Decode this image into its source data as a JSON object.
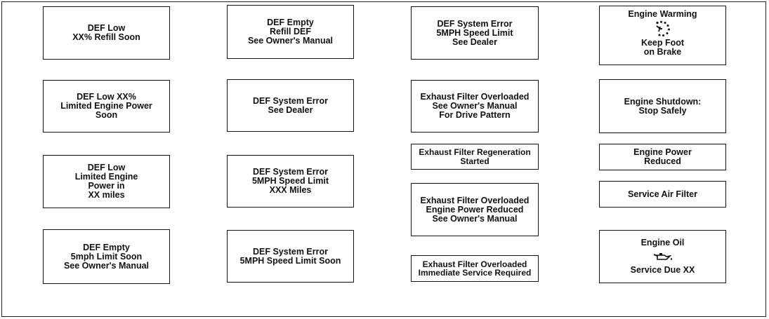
{
  "messages": {
    "def_low_refill": [
      "DEF Low",
      "XX% Refill Soon"
    ],
    "def_low_limited_power_soon": [
      "DEF Low XX%",
      "Limited Engine Power",
      "Soon"
    ],
    "def_low_limited_power_miles": [
      "DEF Low",
      "Limited Engine",
      "Power in",
      "XX miles"
    ],
    "def_empty_5mph_soon": [
      "DEF Empty",
      "5mph Limit Soon",
      "See Owner's Manual"
    ],
    "def_empty_refill": [
      "DEF Empty",
      "Refill DEF",
      "See Owner's Manual"
    ],
    "def_system_error_dealer": [
      "DEF System Error",
      "See Dealer"
    ],
    "def_system_error_miles": [
      "DEF System Error",
      "5MPH Speed Limit",
      "XXX Miles"
    ],
    "def_system_error_speed_soon": [
      "DEF System Error",
      "5MPH Speed Limit Soon"
    ],
    "def_system_error_speed_dealer": [
      "DEF System Error",
      "5MPH Speed Limit",
      "See Dealer"
    ],
    "exhaust_overloaded_drive_pattern": [
      "Exhaust Filter Overloaded",
      "See Owner's Manual",
      "For Drive Pattern"
    ],
    "exhaust_regeneration_started": [
      "Exhaust Filter Regeneration",
      "Started"
    ],
    "exhaust_overloaded_power_reduced": [
      "Exhaust Filter Overloaded",
      "Engine Power Reduced",
      "See Owner's Manual"
    ],
    "exhaust_overloaded_immediate": [
      "Exhaust Filter Overloaded",
      "Immediate Service Required"
    ],
    "engine_warming": {
      "title": "Engine Warming",
      "icon": "brake-pedal-icon",
      "lines": [
        "Keep Foot",
        "on Brake"
      ]
    },
    "engine_shutdown": [
      "Engine Shutdown:",
      "Stop Safely"
    ],
    "engine_power_reduced": [
      "Engine Power",
      "Reduced"
    ],
    "service_air_filter": [
      "Service Air Filter"
    ],
    "engine_oil": {
      "title": "Engine Oil",
      "icon": "oil-can-icon",
      "lines": [
        "Service Due XX"
      ]
    }
  }
}
